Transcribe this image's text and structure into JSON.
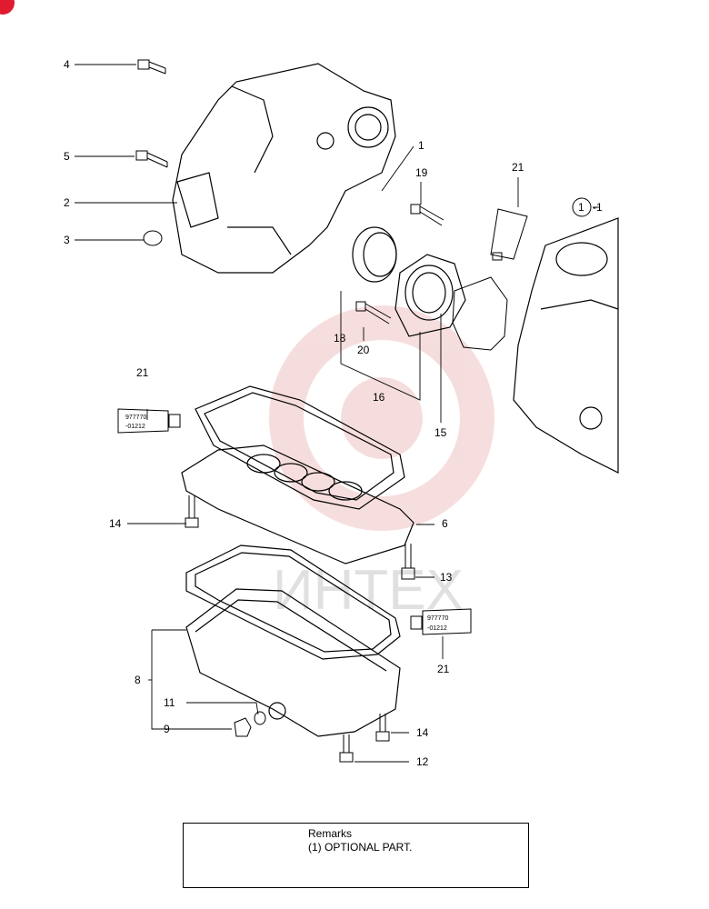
{
  "callouts": {
    "c1": "1",
    "c2": "2",
    "c3": "3",
    "c4": "4",
    "c5": "5",
    "c6": "6",
    "c8": "8",
    "c9": "9",
    "c11": "11",
    "c12": "12",
    "c13": "13",
    "c14a": "14",
    "c14b": "14",
    "c15": "15",
    "c16": "16",
    "c18": "18",
    "c19": "19",
    "c20": "20",
    "c21a": "21",
    "c21b": "21",
    "c21c": "21",
    "ref_num": "1",
    "ref_suffix": "-1"
  },
  "sealant_tube": {
    "line1": "977770",
    "line2": "-01212"
  },
  "watermark": "ИНТЕХ",
  "remarks": {
    "title": "Remarks",
    "item": "(1)  OPTIONAL PART."
  },
  "colors": {
    "accent": "#e01b2f",
    "line": "#000000",
    "watermark": "#e8a0a0"
  }
}
